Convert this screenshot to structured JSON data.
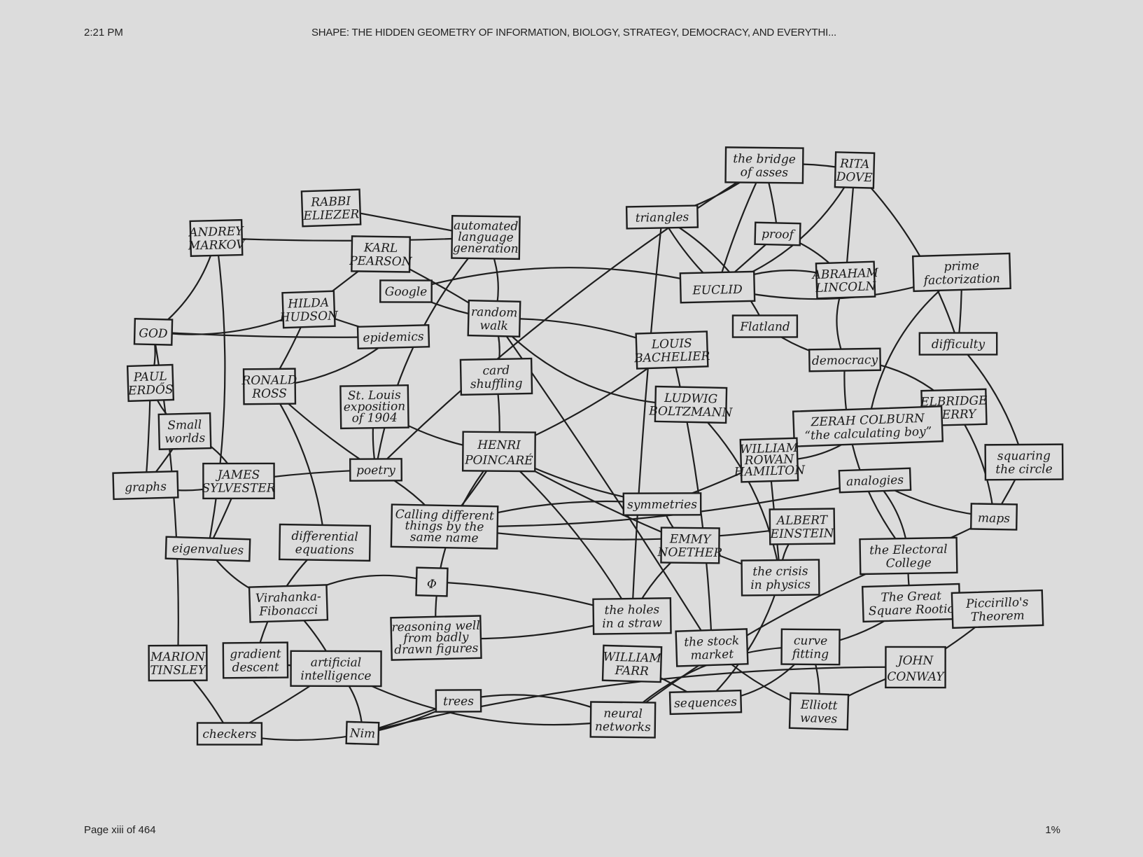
{
  "status": {
    "time": "2:21 PM",
    "progress": "1%"
  },
  "book": {
    "title": "SHAPE: THE HIDDEN GEOMETRY OF INFORMATION, BIOLOGY, STRATEGY, DEMOCRACY, AND EVERYTHI...",
    "page": "Page xiii of 464"
  },
  "concept_map": {
    "nodes": [
      {
        "id": "rabbi-eliezer",
        "lines": [
          "RABBI",
          "ELIEZER"
        ]
      },
      {
        "id": "andrey-markov",
        "lines": [
          "ANDREY",
          "MARKOV"
        ]
      },
      {
        "id": "karl-pearson",
        "lines": [
          "KARL",
          "PEARSON"
        ]
      },
      {
        "id": "automated-language-generation",
        "lines": [
          "automated",
          "language",
          "generation"
        ]
      },
      {
        "id": "the-bridge-of-asses",
        "lines": [
          "the bridge",
          "of asses"
        ]
      },
      {
        "id": "rita-dove",
        "lines": [
          "RITA",
          "DOVE"
        ]
      },
      {
        "id": "triangles",
        "lines": [
          "triangles"
        ]
      },
      {
        "id": "proof",
        "lines": [
          "proof"
        ]
      },
      {
        "id": "euclid",
        "lines": [
          "EUCLID"
        ]
      },
      {
        "id": "abraham-lincoln",
        "lines": [
          "ABRAHAM",
          "LINCOLN"
        ]
      },
      {
        "id": "prime-factorization",
        "lines": [
          "prime",
          "factorization"
        ]
      },
      {
        "id": "hilda-hudson",
        "lines": [
          "HILDA",
          "HUDSON"
        ]
      },
      {
        "id": "google",
        "lines": [
          "Google"
        ]
      },
      {
        "id": "random-walk",
        "lines": [
          "random",
          "walk"
        ]
      },
      {
        "id": "god",
        "lines": [
          "GOD"
        ]
      },
      {
        "id": "epidemics",
        "lines": [
          "epidemics"
        ]
      },
      {
        "id": "flatland",
        "lines": [
          "Flatland"
        ]
      },
      {
        "id": "louis-bachelier",
        "lines": [
          "LOUIS",
          "BACHELIER"
        ]
      },
      {
        "id": "democracy",
        "lines": [
          "democracy"
        ]
      },
      {
        "id": "difficulty",
        "lines": [
          "difficulty"
        ]
      },
      {
        "id": "paul-erdos",
        "lines": [
          "PAUL",
          "ERDŐS"
        ]
      },
      {
        "id": "ronald-ross",
        "lines": [
          "RONALD",
          "ROSS"
        ]
      },
      {
        "id": "card-shuffling",
        "lines": [
          "card",
          "shuffling"
        ]
      },
      {
        "id": "st-louis-exposition",
        "lines": [
          "St. Louis",
          "exposition",
          "of 1904"
        ]
      },
      {
        "id": "ludwig-boltzmann",
        "lines": [
          "LUDWIG",
          "BOLTZMANN"
        ]
      },
      {
        "id": "elbridge-gerry",
        "lines": [
          "ELBRIDGE",
          "GERRY"
        ]
      },
      {
        "id": "small-worlds",
        "lines": [
          "Small",
          "worlds"
        ]
      },
      {
        "id": "zerah-colburn",
        "lines": [
          "ZERAH COLBURN",
          "“the calculating boy”"
        ]
      },
      {
        "id": "henri-poincare",
        "lines": [
          "HENRI",
          "POINCARÉ"
        ]
      },
      {
        "id": "william-rowan-hamilton",
        "lines": [
          "WILLIAM",
          "ROWAN",
          "HAMILTON"
        ]
      },
      {
        "id": "squaring-the-circle",
        "lines": [
          "squaring",
          "the circle"
        ]
      },
      {
        "id": "graphs",
        "lines": [
          "graphs"
        ]
      },
      {
        "id": "james-sylvester",
        "lines": [
          "JAMES",
          "SYLVESTER"
        ]
      },
      {
        "id": "poetry",
        "lines": [
          "poetry"
        ]
      },
      {
        "id": "analogies",
        "lines": [
          "analogies"
        ]
      },
      {
        "id": "calling-different-things",
        "lines": [
          "Calling different",
          "things by the",
          "same name"
        ]
      },
      {
        "id": "symmetries",
        "lines": [
          "symmetries"
        ]
      },
      {
        "id": "maps",
        "lines": [
          "maps"
        ]
      },
      {
        "id": "albert-einstein",
        "lines": [
          "ALBERT",
          "EINSTEIN"
        ]
      },
      {
        "id": "eigenvalues",
        "lines": [
          "eigenvalues"
        ]
      },
      {
        "id": "differential-equations",
        "lines": [
          "differential",
          "equations"
        ]
      },
      {
        "id": "emmy-noether",
        "lines": [
          "EMMY",
          "NOETHER"
        ]
      },
      {
        "id": "the-electoral-college",
        "lines": [
          "the Electoral",
          "College"
        ]
      },
      {
        "id": "the-crisis-in-physics",
        "lines": [
          "the crisis",
          "in physics"
        ]
      },
      {
        "id": "virahanka-fibonacci",
        "lines": [
          "Virahanka-",
          "Fibonacci"
        ]
      },
      {
        "id": "phi",
        "lines": [
          "Φ"
        ]
      },
      {
        "id": "the-great-square-root-ion",
        "lines": [
          "The Great",
          "Square Rootio"
        ]
      },
      {
        "id": "piccirillos-theorem",
        "lines": [
          "Piccirillo's",
          "Theorem"
        ]
      },
      {
        "id": "reasoning-well",
        "lines": [
          "reasoning well",
          "from badly",
          "drawn figures"
        ]
      },
      {
        "id": "the-holes-in-a-straw",
        "lines": [
          "the holes",
          "in a straw"
        ]
      },
      {
        "id": "the-stock-market",
        "lines": [
          "the stock",
          "market"
        ]
      },
      {
        "id": "curve-fitting",
        "lines": [
          "curve",
          "fitting"
        ]
      },
      {
        "id": "marion-tinsley",
        "lines": [
          "MARION",
          "TINSLEY"
        ]
      },
      {
        "id": "gradient-descent",
        "lines": [
          "gradient",
          "descent"
        ]
      },
      {
        "id": "artificial-intelligence",
        "lines": [
          "artificial",
          "intelligence"
        ]
      },
      {
        "id": "william-farr",
        "lines": [
          "WILLIAM",
          "FARR"
        ]
      },
      {
        "id": "john-conway",
        "lines": [
          "JOHN",
          "CONWAY"
        ]
      },
      {
        "id": "trees",
        "lines": [
          "trees"
        ]
      },
      {
        "id": "sequences",
        "lines": [
          "sequences"
        ]
      },
      {
        "id": "elliott-waves",
        "lines": [
          "Elliott",
          "waves"
        ]
      },
      {
        "id": "neural-networks",
        "lines": [
          "neural",
          "networks"
        ]
      },
      {
        "id": "checkers",
        "lines": [
          "checkers"
        ]
      },
      {
        "id": "nim",
        "lines": [
          "Nim"
        ]
      }
    ],
    "edges": [
      [
        "rabbi-eliezer",
        "automated-language-generation"
      ],
      [
        "andrey-markov",
        "automated-language-generation"
      ],
      [
        "andrey-markov",
        "god"
      ],
      [
        "andrey-markov",
        "eigenvalues"
      ],
      [
        "karl-pearson",
        "random-walk"
      ],
      [
        "karl-pearson",
        "hilda-hudson"
      ],
      [
        "automated-language-generation",
        "random-walk"
      ],
      [
        "automated-language-generation",
        "poetry"
      ],
      [
        "the-bridge-of-asses",
        "euclid"
      ],
      [
        "the-bridge-of-asses",
        "proof"
      ],
      [
        "the-bridge-of-asses",
        "triangles"
      ],
      [
        "the-bridge-of-asses",
        "poetry"
      ],
      [
        "rita-dove",
        "the-bridge-of-asses"
      ],
      [
        "rita-dove",
        "euclid"
      ],
      [
        "rita-dove",
        "abraham-lincoln"
      ],
      [
        "rita-dove",
        "difficulty"
      ],
      [
        "triangles",
        "euclid"
      ],
      [
        "triangles",
        "flatland"
      ],
      [
        "triangles",
        "the-holes-in-a-straw"
      ],
      [
        "proof",
        "euclid"
      ],
      [
        "proof",
        "abraham-lincoln"
      ],
      [
        "euclid",
        "abraham-lincoln"
      ],
      [
        "euclid",
        "google"
      ],
      [
        "abraham-lincoln",
        "democracy"
      ],
      [
        "prime-factorization",
        "euclid"
      ],
      [
        "prime-factorization",
        "difficulty"
      ],
      [
        "prime-factorization",
        "zerah-colburn"
      ],
      [
        "hilda-hudson",
        "god"
      ],
      [
        "hilda-hudson",
        "ronald-ross"
      ],
      [
        "hilda-hudson",
        "epidemics"
      ],
      [
        "google",
        "random-walk"
      ],
      [
        "random-walk",
        "louis-bachelier"
      ],
      [
        "random-walk",
        "card-shuffling"
      ],
      [
        "random-walk",
        "ludwig-boltzmann"
      ],
      [
        "random-walk",
        "the-stock-market"
      ],
      [
        "god",
        "paul-erdos"
      ],
      [
        "god",
        "epidemics"
      ],
      [
        "god",
        "marion-tinsley"
      ],
      [
        "epidemics",
        "ronald-ross"
      ],
      [
        "flatland",
        "democracy"
      ],
      [
        "louis-bachelier",
        "the-stock-market"
      ],
      [
        "louis-bachelier",
        "henri-poincare"
      ],
      [
        "democracy",
        "elbridge-gerry"
      ],
      [
        "democracy",
        "the-electoral-college"
      ],
      [
        "difficulty",
        "squaring-the-circle"
      ],
      [
        "paul-erdos",
        "small-worlds"
      ],
      [
        "paul-erdos",
        "graphs"
      ],
      [
        "ronald-ross",
        "differential-equations"
      ],
      [
        "ronald-ross",
        "poetry"
      ],
      [
        "card-shuffling",
        "henri-poincare"
      ],
      [
        "st-louis-exposition",
        "henri-poincare"
      ],
      [
        "st-louis-exposition",
        "poetry"
      ],
      [
        "ludwig-boltzmann",
        "the-crisis-in-physics"
      ],
      [
        "elbridge-gerry",
        "maps"
      ],
      [
        "small-worlds",
        "graphs"
      ],
      [
        "small-worlds",
        "james-sylvester"
      ],
      [
        "zerah-colburn",
        "william-rowan-hamilton"
      ],
      [
        "henri-poincare",
        "calling-different-things"
      ],
      [
        "henri-poincare",
        "symmetries"
      ],
      [
        "henri-poincare",
        "the-crisis-in-physics"
      ],
      [
        "henri-poincare",
        "reasoning-well"
      ],
      [
        "henri-poincare",
        "the-holes-in-a-straw"
      ],
      [
        "william-rowan-hamilton",
        "symmetries"
      ],
      [
        "william-rowan-hamilton",
        "the-crisis-in-physics"
      ],
      [
        "squaring-the-circle",
        "maps"
      ],
      [
        "graphs",
        "james-sylvester"
      ],
      [
        "james-sylvester",
        "eigenvalues"
      ],
      [
        "james-sylvester",
        "poetry"
      ],
      [
        "poetry",
        "calling-different-things"
      ],
      [
        "analogies",
        "calling-different-things"
      ],
      [
        "analogies",
        "maps"
      ],
      [
        "analogies",
        "the-electoral-college"
      ],
      [
        "calling-different-things",
        "symmetries"
      ],
      [
        "calling-different-things",
        "albert-einstein"
      ],
      [
        "symmetries",
        "emmy-noether"
      ],
      [
        "albert-einstein",
        "the-crisis-in-physics"
      ],
      [
        "eigenvalues",
        "virahanka-fibonacci"
      ],
      [
        "differential-equations",
        "gradient-descent"
      ],
      [
        "emmy-noether",
        "the-holes-in-a-straw"
      ],
      [
        "the-electoral-college",
        "the-great-square-root-ion"
      ],
      [
        "the-electoral-college",
        "maps"
      ],
      [
        "virahanka-fibonacci",
        "phi"
      ],
      [
        "virahanka-fibonacci",
        "artificial-intelligence"
      ],
      [
        "phi",
        "the-holes-in-a-straw"
      ],
      [
        "the-great-square-root-ion",
        "curve-fitting"
      ],
      [
        "piccirillos-theorem",
        "john-conway"
      ],
      [
        "reasoning-well",
        "the-holes-in-a-straw"
      ],
      [
        "the-stock-market",
        "elliott-waves"
      ],
      [
        "curve-fitting",
        "elliott-waves"
      ],
      [
        "curve-fitting",
        "neural-networks"
      ],
      [
        "curve-fitting",
        "sequences"
      ],
      [
        "marion-tinsley",
        "checkers"
      ],
      [
        "gradient-descent",
        "artificial-intelligence"
      ],
      [
        "artificial-intelligence",
        "checkers"
      ],
      [
        "artificial-intelligence",
        "nim"
      ],
      [
        "artificial-intelligence",
        "neural-networks"
      ],
      [
        "william-farr",
        "sequences"
      ],
      [
        "john-conway",
        "nim"
      ],
      [
        "john-conway",
        "elliott-waves"
      ],
      [
        "trees",
        "nim"
      ],
      [
        "trees",
        "neural-networks"
      ],
      [
        "sequences",
        "the-crisis-in-physics"
      ],
      [
        "checkers",
        "trees"
      ],
      [
        "neural-networks",
        "the-electoral-college"
      ]
    ]
  }
}
